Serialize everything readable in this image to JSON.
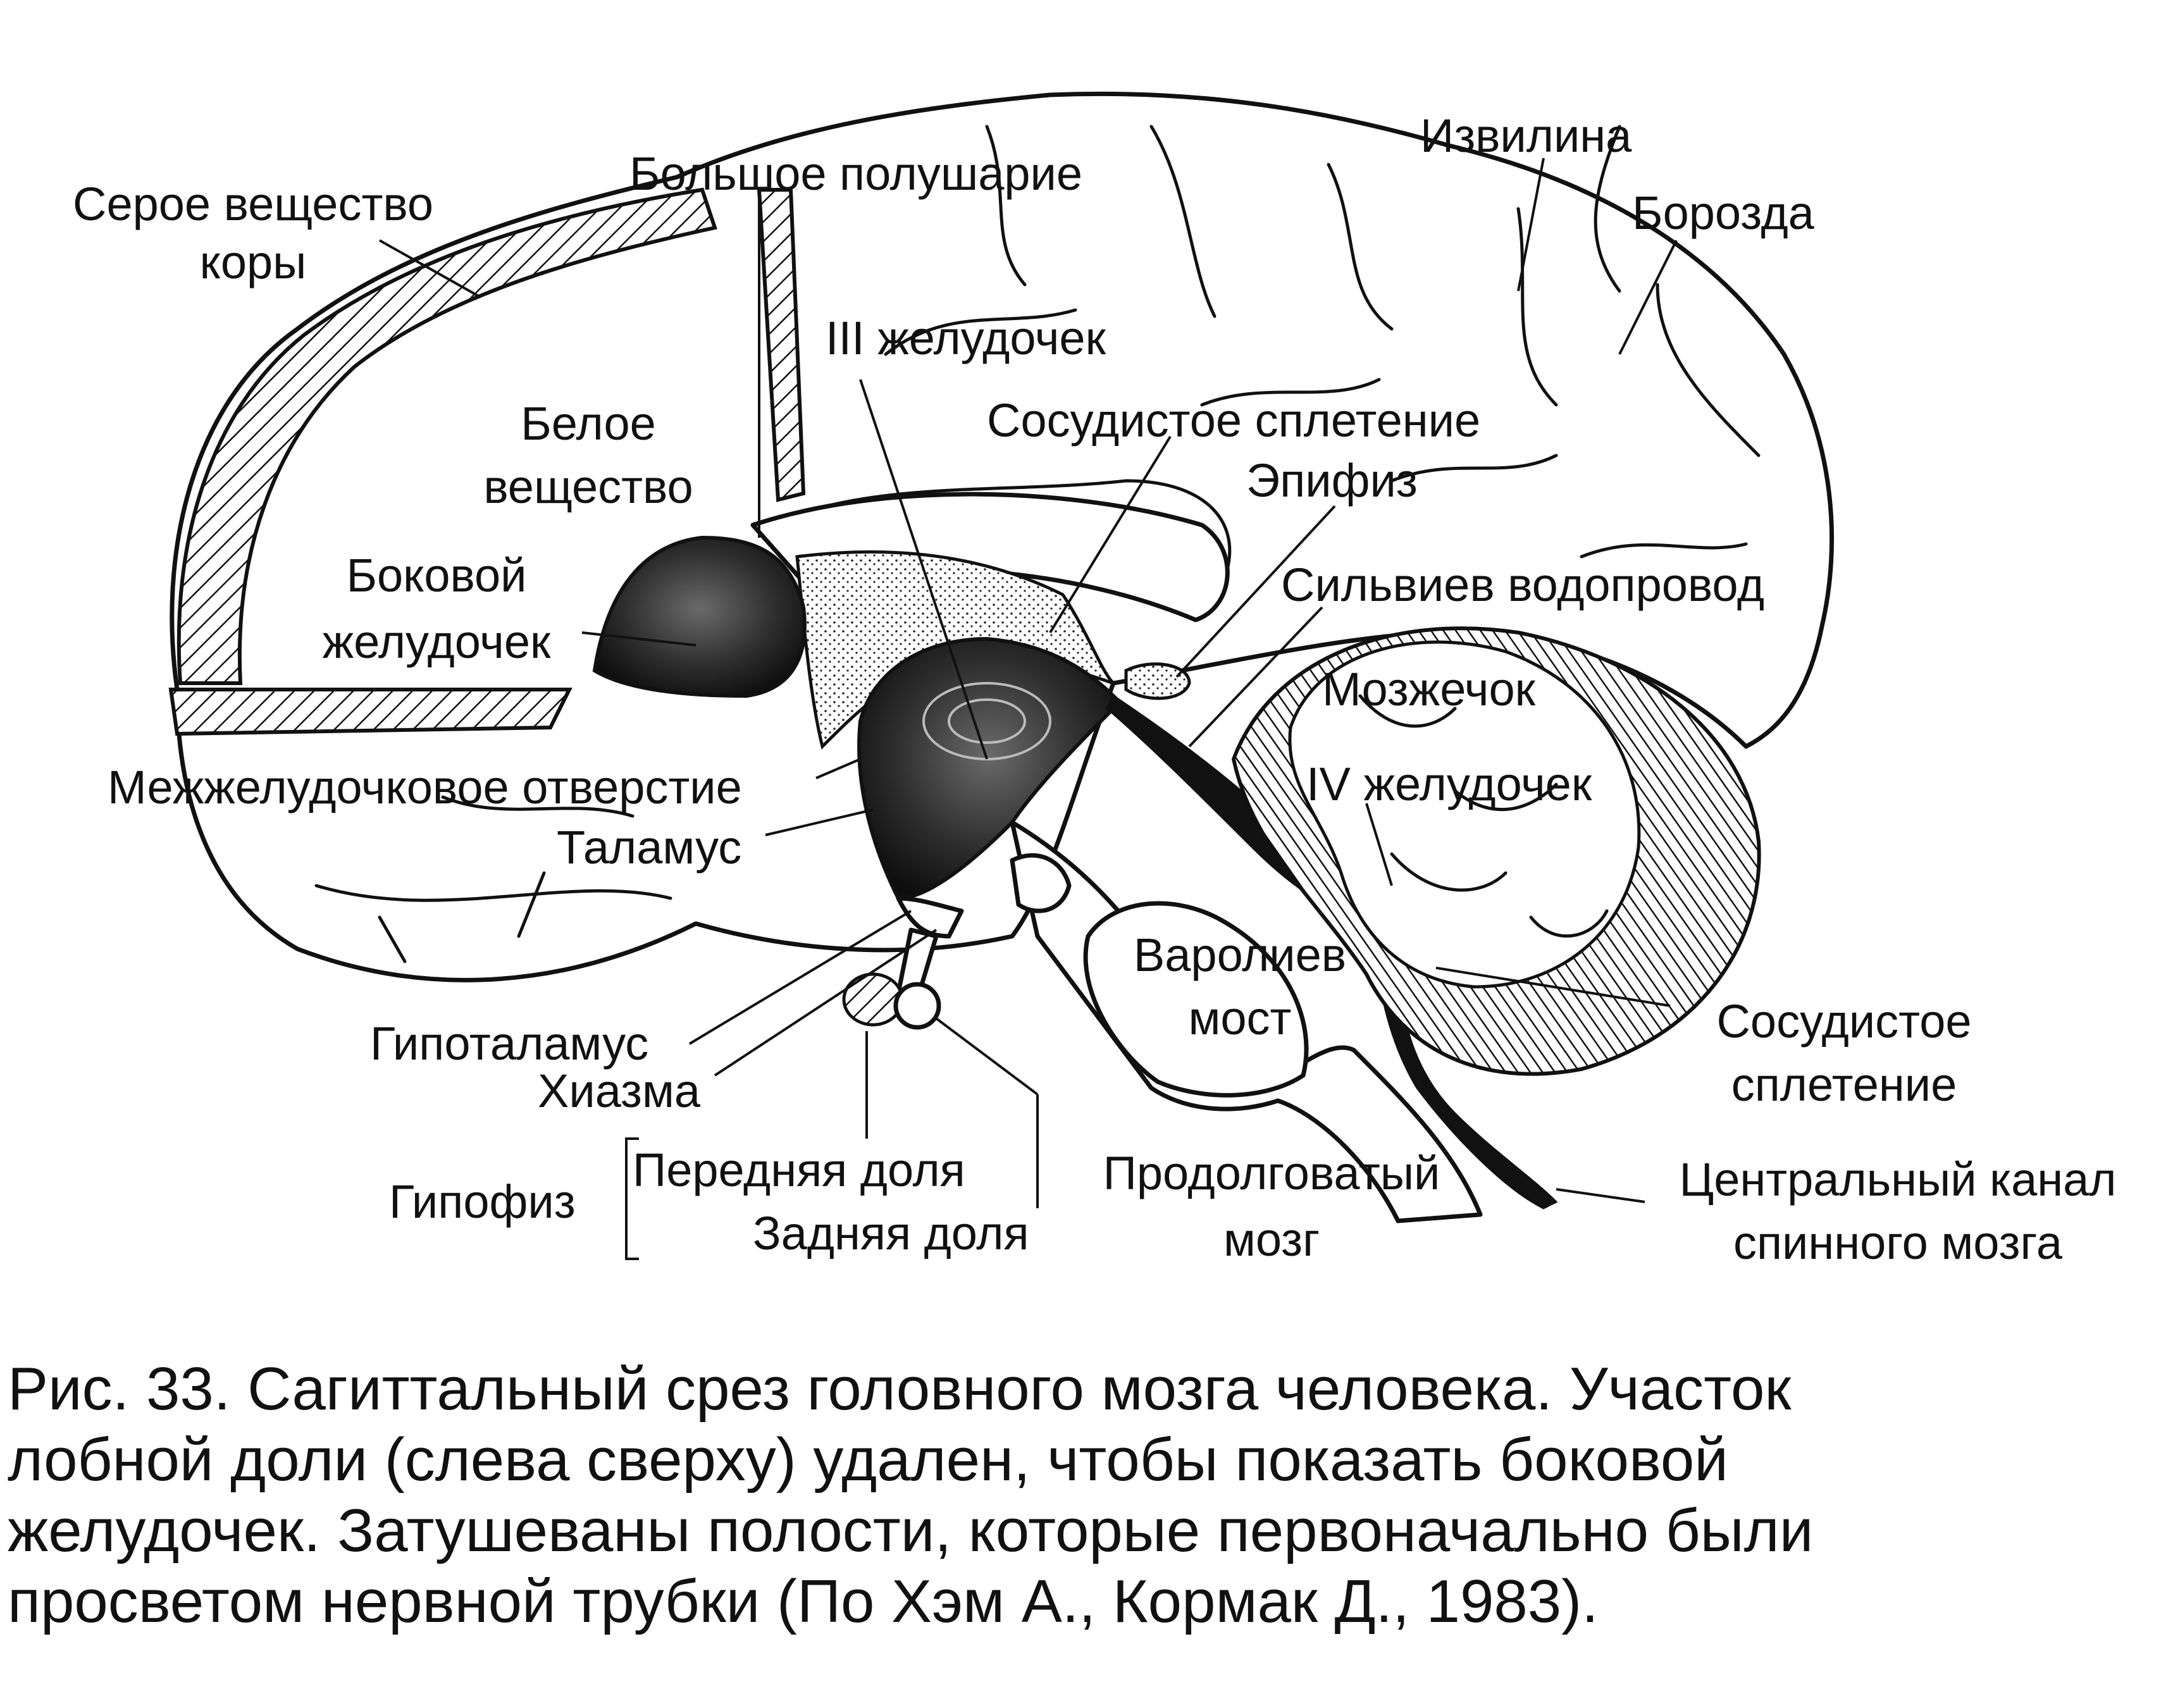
{
  "labels": {
    "grey_matter_line1": "Серое вещество",
    "grey_matter_line2": "коры",
    "hemisphere": "Большое полушарие",
    "gyrus": "Извилина",
    "sulcus": "Борозда",
    "third_ventricle": "III желудочек",
    "white_matter_line1": "Белое",
    "white_matter_line2": "вещество",
    "choroid_plexus_top": "Сосудистое сплетение",
    "pineal": "Эпифиз",
    "lateral_ventricle_line1": "Боковой",
    "lateral_ventricle_line2": "желудочек",
    "aqueduct": "Сильвиев водопровод",
    "cerebellum": "Мозжечок",
    "interventricular_foramen": "Межжелудочковое отверстие",
    "fourth_ventricle": "IV желудочек",
    "thalamus": "Таламус",
    "pons_line1": "Варолиев",
    "pons_line2": "мост",
    "choroid_plexus_bottom_line1": "Сосудистое",
    "choroid_plexus_bottom_line2": "сплетение",
    "hypothalamus": "Гипоталамус",
    "chiasm": "Хиазма",
    "hypophysis": "Гипофиз",
    "anterior_lobe": "Передняя доля",
    "posterior_lobe": "Задняя доля",
    "medulla_line1": "Продолговатый",
    "medulla_line2": "мозг",
    "central_canal_line1": "Центральный канал",
    "central_canal_line2": "спинного мозга"
  },
  "caption": {
    "line1": "Рис. 33. Сагиттальный срез головного мозга человека. Участок",
    "line2": "лобной доли (слева сверху) удален, чтобы показать боковой",
    "line3": "желудочек. Затушеваны полости, которые первоначально были",
    "line4": "просветом нервной трубки (По Хэм А., Кормак Д., 1983)."
  }
}
